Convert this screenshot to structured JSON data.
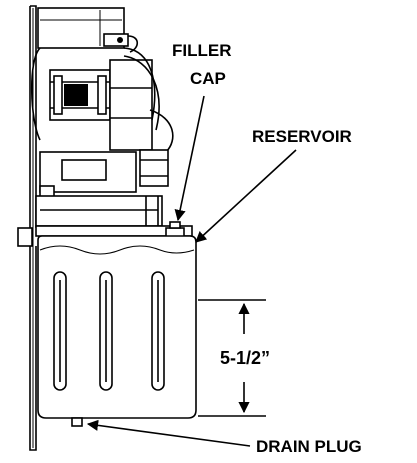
{
  "labels": {
    "filler_cap_line1": "FILLER",
    "filler_cap_line2": "CAP",
    "reservoir": "RESERVOIR",
    "dimension": "5-1/2”",
    "drain_plug": "DRAIN PLUG"
  },
  "colors": {
    "ink": "#000000",
    "background": "#ffffff"
  }
}
